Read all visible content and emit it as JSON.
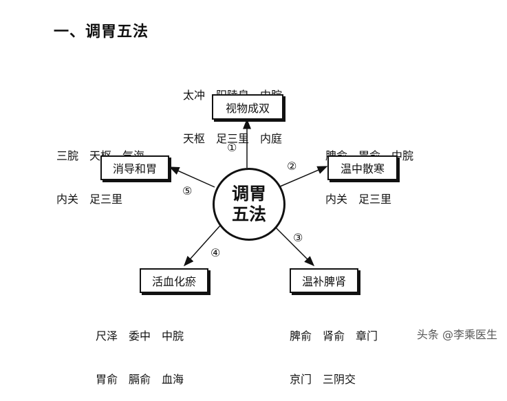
{
  "title": "一、调胃五法",
  "center": {
    "line1": "调胃",
    "line2": "五法"
  },
  "methods": [
    {
      "number": "①",
      "label": "视物成双",
      "points": [
        "太冲　阳陵泉　中脘",
        "天枢　足三里　内庭"
      ]
    },
    {
      "number": "②",
      "label": "温中散寒",
      "points": [
        "脾俞　胃俞　中脘",
        "内关　足三里"
      ]
    },
    {
      "number": "③",
      "label": "温补脾肾",
      "points": [
        "脾俞　肾俞　章门",
        "京门　三阴交"
      ]
    },
    {
      "number": "④",
      "label": "活血化瘀",
      "points": [
        "尺泽　委中　中脘",
        "胃俞　膈俞　血海"
      ]
    },
    {
      "number": "⑤",
      "label": "消导和胃",
      "points": [
        "三脘　天枢　气海",
        "内关　足三里"
      ]
    }
  ],
  "watermark": "头条 @李乘医生"
}
